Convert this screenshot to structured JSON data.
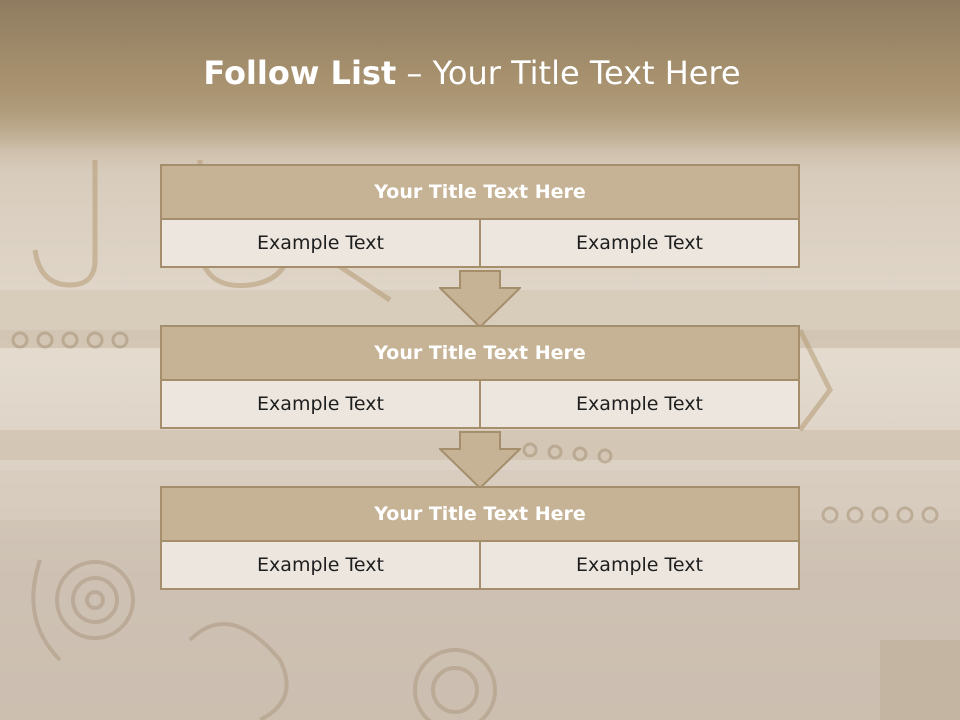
{
  "slide": {
    "title_bold": "Follow List",
    "title_rest": " – Your Title Text Here"
  },
  "steps": [
    {
      "title": "Your Title Text Here",
      "left": "Example Text",
      "right": "Example Text"
    },
    {
      "title": "Your Title Text Here",
      "left": "Example Text",
      "right": "Example Text"
    },
    {
      "title": "Your Title Text Here",
      "left": "Example Text",
      "right": "Example Text"
    }
  ],
  "colors": {
    "header_fill": "#c6b396",
    "border": "#a58e6c",
    "cell_fill": "#ece6de",
    "arrow_fill": "#c6b396"
  }
}
